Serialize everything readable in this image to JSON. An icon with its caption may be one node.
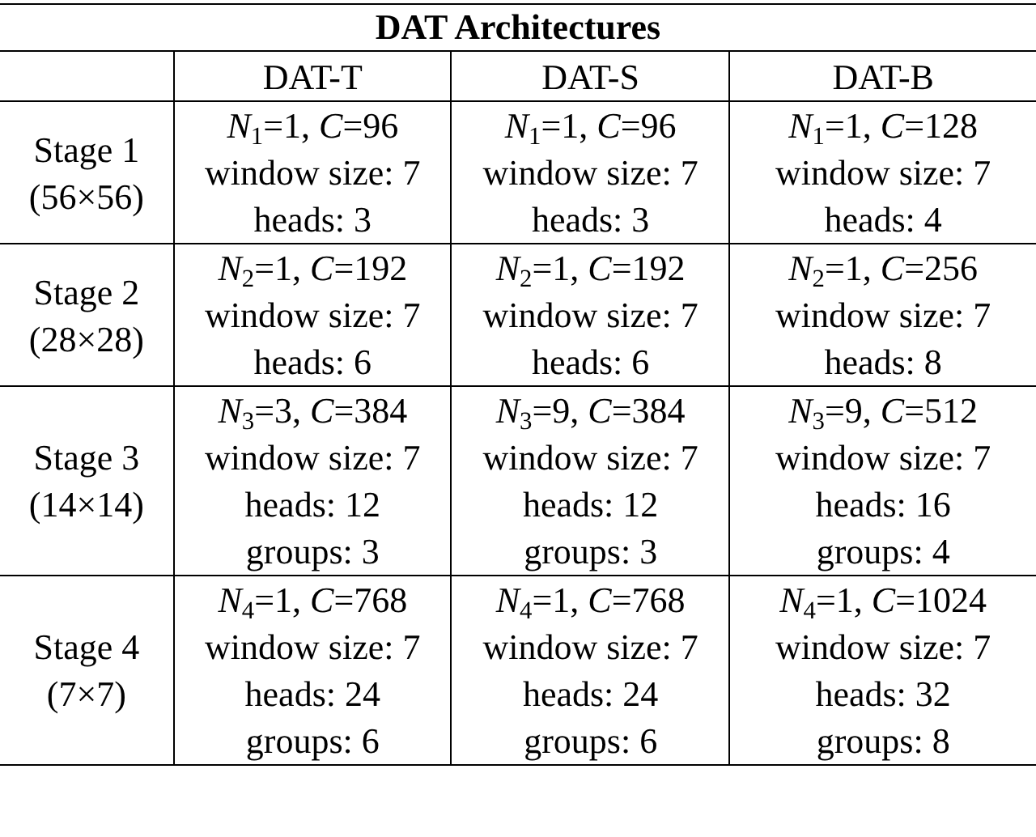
{
  "diagram": {
    "title": "DAT Architectures",
    "labels": [
      "DAT-T",
      "DAT-S",
      "DAT-B",
      "Stage 1",
      "(56×56)",
      "*N*$_{1}$=1, *C*=96",
      "window size: 7",
      "heads: 3",
      "*N*$_{1}$=1, *C*=96",
      "window size: 7",
      "heads: 3",
      "*N*$_{1}$=1, *C*=128",
      "window size: 7",
      "heads: 4",
      "Stage 2",
      "(28×28)",
      "*N*$_{2}$=1, *C*=192",
      "window size: 7",
      "heads: 6",
      "*N*$_{2}$=1, *C*=192",
      "window size: 7",
      "heads: 6",
      "*N*$_{2}$=1, *C*=256",
      "window size: 7",
      "heads: 8",
      "Stage 3",
      "(14×14)",
      "*N*$_{3}$=3, *C*=384",
      "window size: 7",
      "heads: 12",
      "groups: 3",
      "*N*$_{3}$=9, *C*=384",
      "window size: 7",
      "heads: 12",
      "groups: 3",
      "*N*$_{3}$=9, *C*=512",
      "window size: 7",
      "heads: 16",
      "groups: 4",
      "Stage 4",
      "(7×7)",
      "*N*$_{4}$=1, *C*=768",
      "window size: 7",
      "heads: 24",
      "groups: 6",
      "*N*$_{4}$=1, *C*=768",
      "window size: 7",
      "heads: 24",
      "groups: 6",
      "*N*$_{4}$=1, *C*=1024",
      "window size: 7",
      "heads: 32",
      "groups: 8"
    ]
  }
}
